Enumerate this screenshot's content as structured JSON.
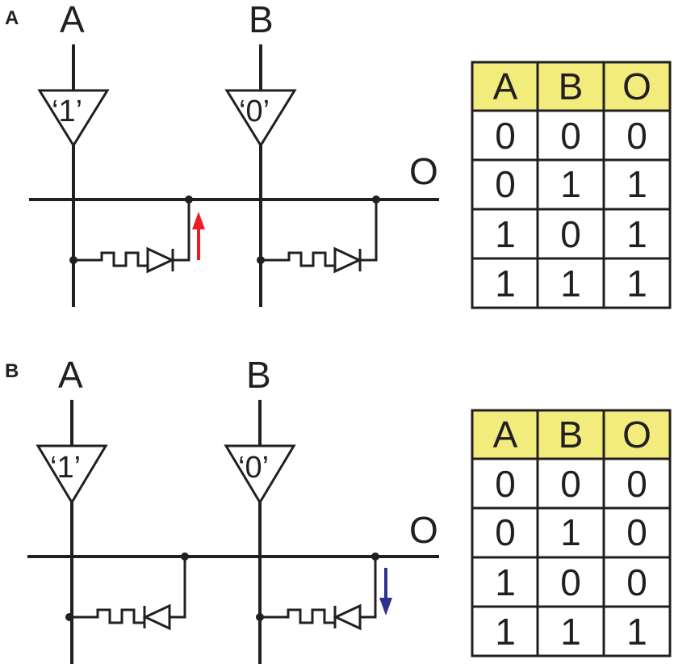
{
  "colors": {
    "line": "#231f20",
    "table_header_fill": "#f2ec7c",
    "arrow_up": "#ed1c24",
    "arrow_down": "#2e3192"
  },
  "panels": [
    {
      "label": "A",
      "inputs": [
        "A",
        "B"
      ],
      "buffers": [
        "‘1’",
        "‘0’"
      ],
      "output": "O",
      "diode_direction": "forward",
      "arrow": "up",
      "table": {
        "headers": [
          "A",
          "B",
          "O"
        ],
        "rows": [
          [
            "0",
            "0",
            "0"
          ],
          [
            "0",
            "1",
            "1"
          ],
          [
            "1",
            "0",
            "1"
          ],
          [
            "1",
            "1",
            "1"
          ]
        ]
      }
    },
    {
      "label": "B",
      "inputs": [
        "A",
        "B"
      ],
      "buffers": [
        "‘1’",
        "‘0’"
      ],
      "output": "O",
      "diode_direction": "reverse",
      "arrow": "down",
      "table": {
        "headers": [
          "A",
          "B",
          "O"
        ],
        "rows": [
          [
            "0",
            "0",
            "0"
          ],
          [
            "0",
            "1",
            "0"
          ],
          [
            "1",
            "0",
            "0"
          ],
          [
            "1",
            "1",
            "1"
          ]
        ]
      }
    }
  ]
}
